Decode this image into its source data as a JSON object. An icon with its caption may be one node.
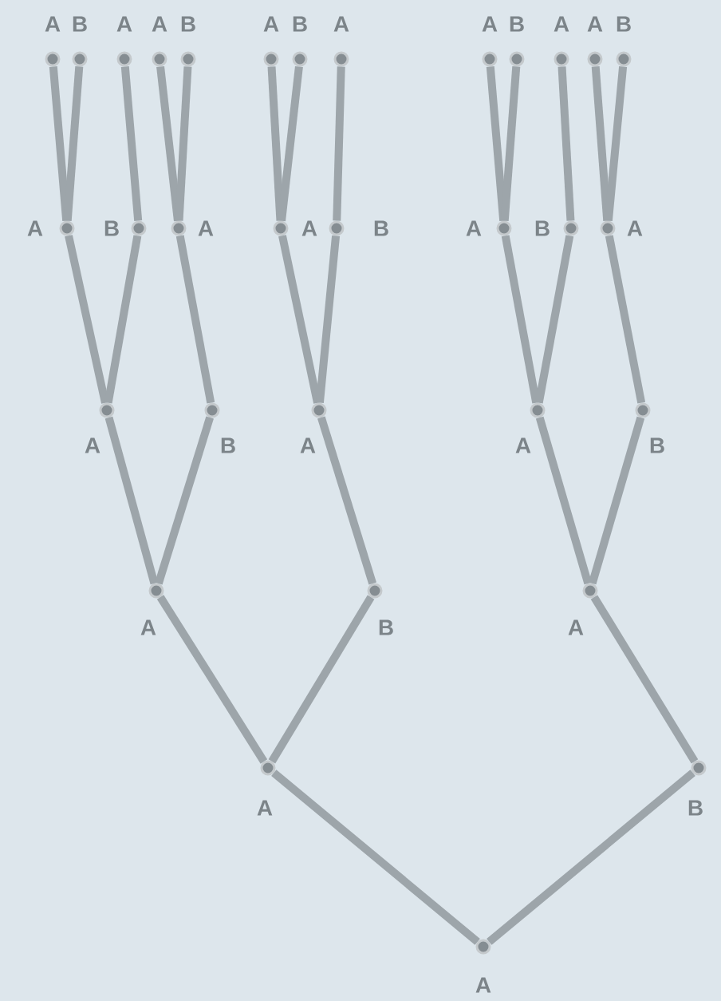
{
  "diagram": {
    "nodes": [
      {
        "text": [
          "A"
        ]
      },
      {
        "text": [
          "B"
        ]
      },
      {
        "text": [
          "A"
        ]
      },
      {
        "text": [
          "A"
        ]
      },
      {
        "text": [
          "B"
        ]
      },
      {
        "text": [
          "A"
        ]
      },
      {
        "text": [
          "B"
        ]
      },
      {
        "text": [
          "A"
        ]
      },
      {
        "text": [
          "A"
        ]
      },
      {
        "text": [
          "B"
        ]
      },
      {
        "text": [
          "A"
        ]
      },
      {
        "text": [
          "A"
        ]
      },
      {
        "text": [
          "B"
        ]
      },
      {
        "text": [
          "A"
        ]
      },
      {
        "text": [
          "B"
        ]
      },
      {
        "text": [
          "A"
        ]
      },
      {
        "text": [
          "A"
        ]
      },
      {
        "text": [
          "B"
        ]
      },
      {
        "text": [
          "A"
        ]
      },
      {
        "text": [
          "B"
        ]
      },
      {
        "text": [
          "A"
        ]
      },
      {
        "text": [
          "A"
        ]
      },
      {
        "text": [
          "B"
        ]
      },
      {
        "text": [
          "A"
        ]
      },
      {
        "text": [
          "A"
        ]
      },
      {
        "text": [
          "B"
        ]
      },
      {
        "text": [
          "A"
        ]
      },
      {
        "text": [
          "B"
        ]
      },
      {
        "text": [
          "A"
        ]
      },
      {
        "text": [
          "A"
        ]
      },
      {
        "text": [
          "B"
        ]
      },
      {
        "text": [
          "A"
        ]
      }
    ],
    "edges": [
      {
        "from": 31,
        "to": 29,
        "arrow": "none"
      },
      {
        "from": 31,
        "to": 30,
        "arrow": "none"
      },
      {
        "from": 29,
        "to": 26,
        "arrow": "none"
      },
      {
        "from": 29,
        "to": 27,
        "arrow": "none"
      },
      {
        "from": 30,
        "to": 28,
        "arrow": "none"
      },
      {
        "from": 26,
        "to": 21,
        "arrow": "none"
      },
      {
        "from": 26,
        "to": 22,
        "arrow": "none"
      },
      {
        "from": 27,
        "to": 23,
        "arrow": "none"
      },
      {
        "from": 28,
        "to": 24,
        "arrow": "none"
      },
      {
        "from": 28,
        "to": 25,
        "arrow": "none"
      },
      {
        "from": 21,
        "to": 13,
        "arrow": "none"
      },
      {
        "from": 21,
        "to": 14,
        "arrow": "none"
      },
      {
        "from": 22,
        "to": 15,
        "arrow": "none"
      },
      {
        "from": 23,
        "to": 16,
        "arrow": "none"
      },
      {
        "from": 23,
        "to": 17,
        "arrow": "none"
      },
      {
        "from": 24,
        "to": 18,
        "arrow": "none"
      },
      {
        "from": 24,
        "to": 19,
        "arrow": "none"
      },
      {
        "from": 25,
        "to": 20,
        "arrow": "none"
      },
      {
        "from": 13,
        "to": 0,
        "arrow": "none"
      },
      {
        "from": 13,
        "to": 1,
        "arrow": "none"
      },
      {
        "from": 14,
        "to": 2,
        "arrow": "none"
      },
      {
        "from": 15,
        "to": 3,
        "arrow": "none"
      },
      {
        "from": 15,
        "to": 4,
        "arrow": "none"
      },
      {
        "from": 16,
        "to": 5,
        "arrow": "none"
      },
      {
        "from": 16,
        "to": 6,
        "arrow": "none"
      },
      {
        "from": 17,
        "to": 7,
        "arrow": "none"
      },
      {
        "from": 18,
        "to": 8,
        "arrow": "none"
      },
      {
        "from": 18,
        "to": 9,
        "arrow": "none"
      },
      {
        "from": 19,
        "to": 10,
        "arrow": "none"
      },
      {
        "from": 20,
        "to": 11,
        "arrow": "none"
      },
      {
        "from": 20,
        "to": 12,
        "arrow": "none"
      }
    ]
  }
}
